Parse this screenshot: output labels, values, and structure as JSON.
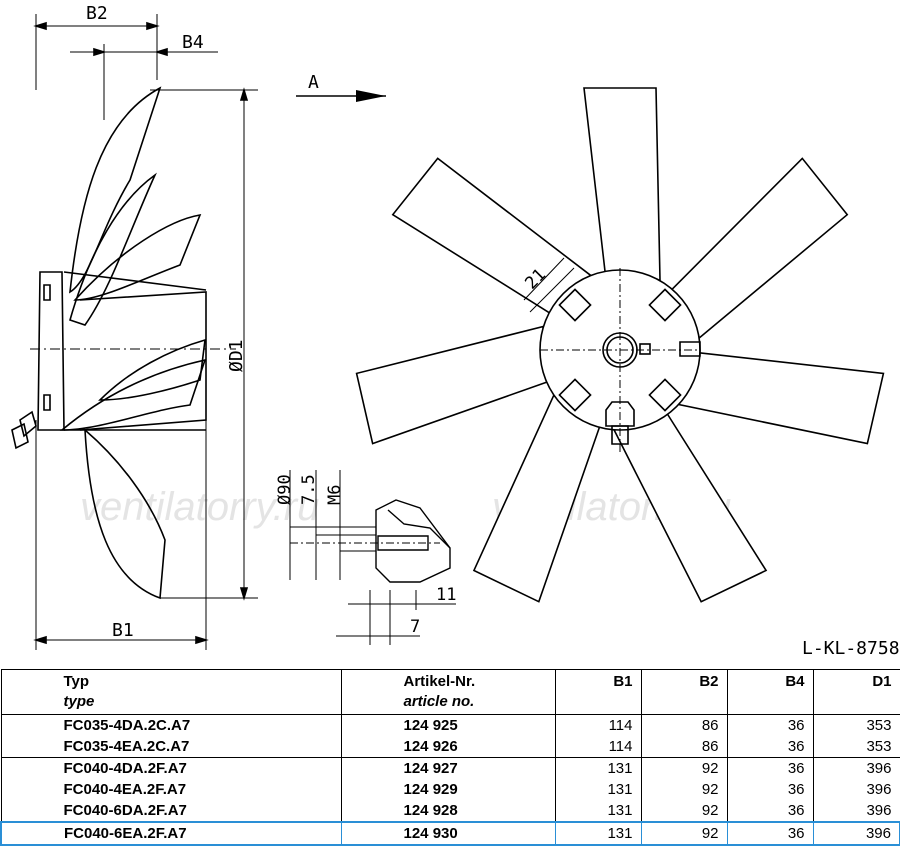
{
  "drawing": {
    "view_label": "A",
    "dims": {
      "b2": "B2",
      "b4": "B4",
      "b1": "B1",
      "d1": "ØD1",
      "d90": "Ø90",
      "d75": "7.5",
      "m6": "M6",
      "d11": "11",
      "d7": "7",
      "d21": "21"
    },
    "drawing_code": "L-KL-8758",
    "watermark": [
      "ventilatorry.ru",
      "ventilatorry.ru"
    ]
  },
  "table": {
    "headers": {
      "type_de": "Typ",
      "type_en": "type",
      "article_de": "Artikel-Nr.",
      "article_en": "article no.",
      "b1": "B1",
      "b2": "B2",
      "b4": "B4",
      "d1": "D1"
    },
    "rows": [
      {
        "type": "FC035-4DA.2C.A7",
        "article": "124 925",
        "b1": "114",
        "b2": "86",
        "b4": "36",
        "d1": "353"
      },
      {
        "type": "FC035-4EA.2C.A7",
        "article": "124 926",
        "b1": "114",
        "b2": "86",
        "b4": "36",
        "d1": "353"
      },
      {
        "type": "FC040-4DA.2F.A7",
        "article": "124 927",
        "b1": "131",
        "b2": "92",
        "b4": "36",
        "d1": "396"
      },
      {
        "type": "FC040-4EA.2F.A7",
        "article": "124 929",
        "b1": "131",
        "b2": "92",
        "b4": "36",
        "d1": "396"
      },
      {
        "type": "FC040-6DA.2F.A7",
        "article": "124 928",
        "b1": "131",
        "b2": "92",
        "b4": "36",
        "d1": "396"
      },
      {
        "type": "FC040-6EA.2F.A7",
        "article": "124 930",
        "b1": "131",
        "b2": "92",
        "b4": "36",
        "d1": "396"
      }
    ],
    "highlight_color": "#2a8fd6"
  }
}
